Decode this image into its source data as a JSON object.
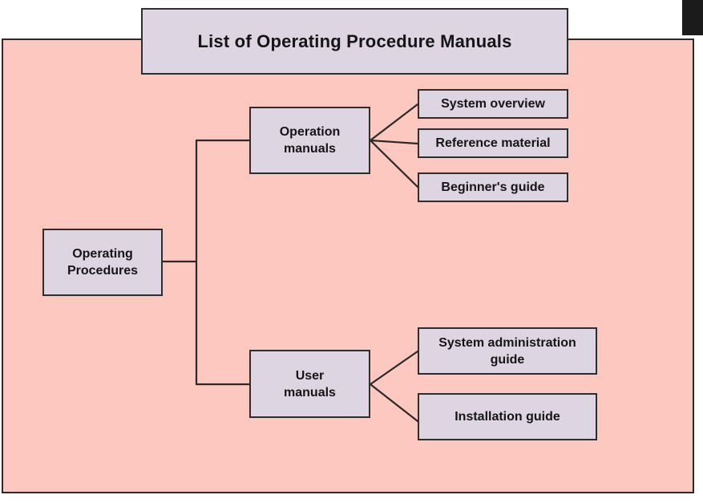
{
  "title": "List of Operating Procedure Manuals",
  "root": {
    "label": "Operating\nProcedures"
  },
  "branches": [
    {
      "label": "Operation\nmanuals",
      "children": [
        "System overview",
        "Reference material",
        "Beginner's guide"
      ]
    },
    {
      "label": "User\nmanuals",
      "children": [
        "System administration\nguide",
        "Installation guide"
      ]
    }
  ],
  "colors": {
    "panel": "#fcc8c0",
    "box": "#ddd5e2",
    "line": "#2e2e2e"
  }
}
